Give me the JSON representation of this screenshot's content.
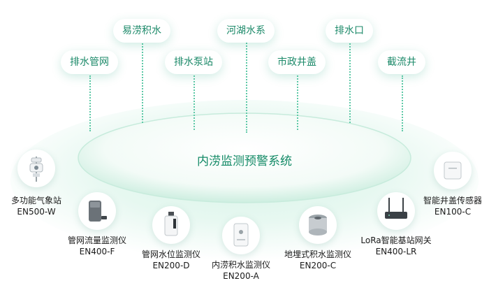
{
  "center_label": "内涝监测预警系统",
  "scenarios": [
    "易涝积水",
    "河湖水系",
    "排水口",
    "排水管网",
    "排水泵站",
    "市政井盖",
    "截流井"
  ],
  "devices": [
    {
      "name": "多功能气象站",
      "model": "EN500-W",
      "icon": "weather-station-icon"
    },
    {
      "name": "管网流量监测仪",
      "model": "EN400-F",
      "icon": "flow-meter-icon"
    },
    {
      "name": "管网水位监测仪",
      "model": "EN200-D",
      "icon": "water-level-meter-icon"
    },
    {
      "name": "内涝积水监测仪",
      "model": "EN200-A",
      "icon": "waterlogging-meter-icon"
    },
    {
      "name": "地埋式积水监测仪",
      "model": "EN200-C",
      "icon": "buried-meter-icon"
    },
    {
      "name": "LoRa智能基站网关",
      "model": "EN400-LR",
      "icon": "lora-gateway-icon"
    },
    {
      "name": "智能井盖传感器",
      "model": "EN100-C",
      "icon": "manhole-sensor-icon"
    }
  ],
  "colors": {
    "accent": "#1d8a6a",
    "ring": "#c8efe0",
    "glow": "#e9f8f1"
  }
}
